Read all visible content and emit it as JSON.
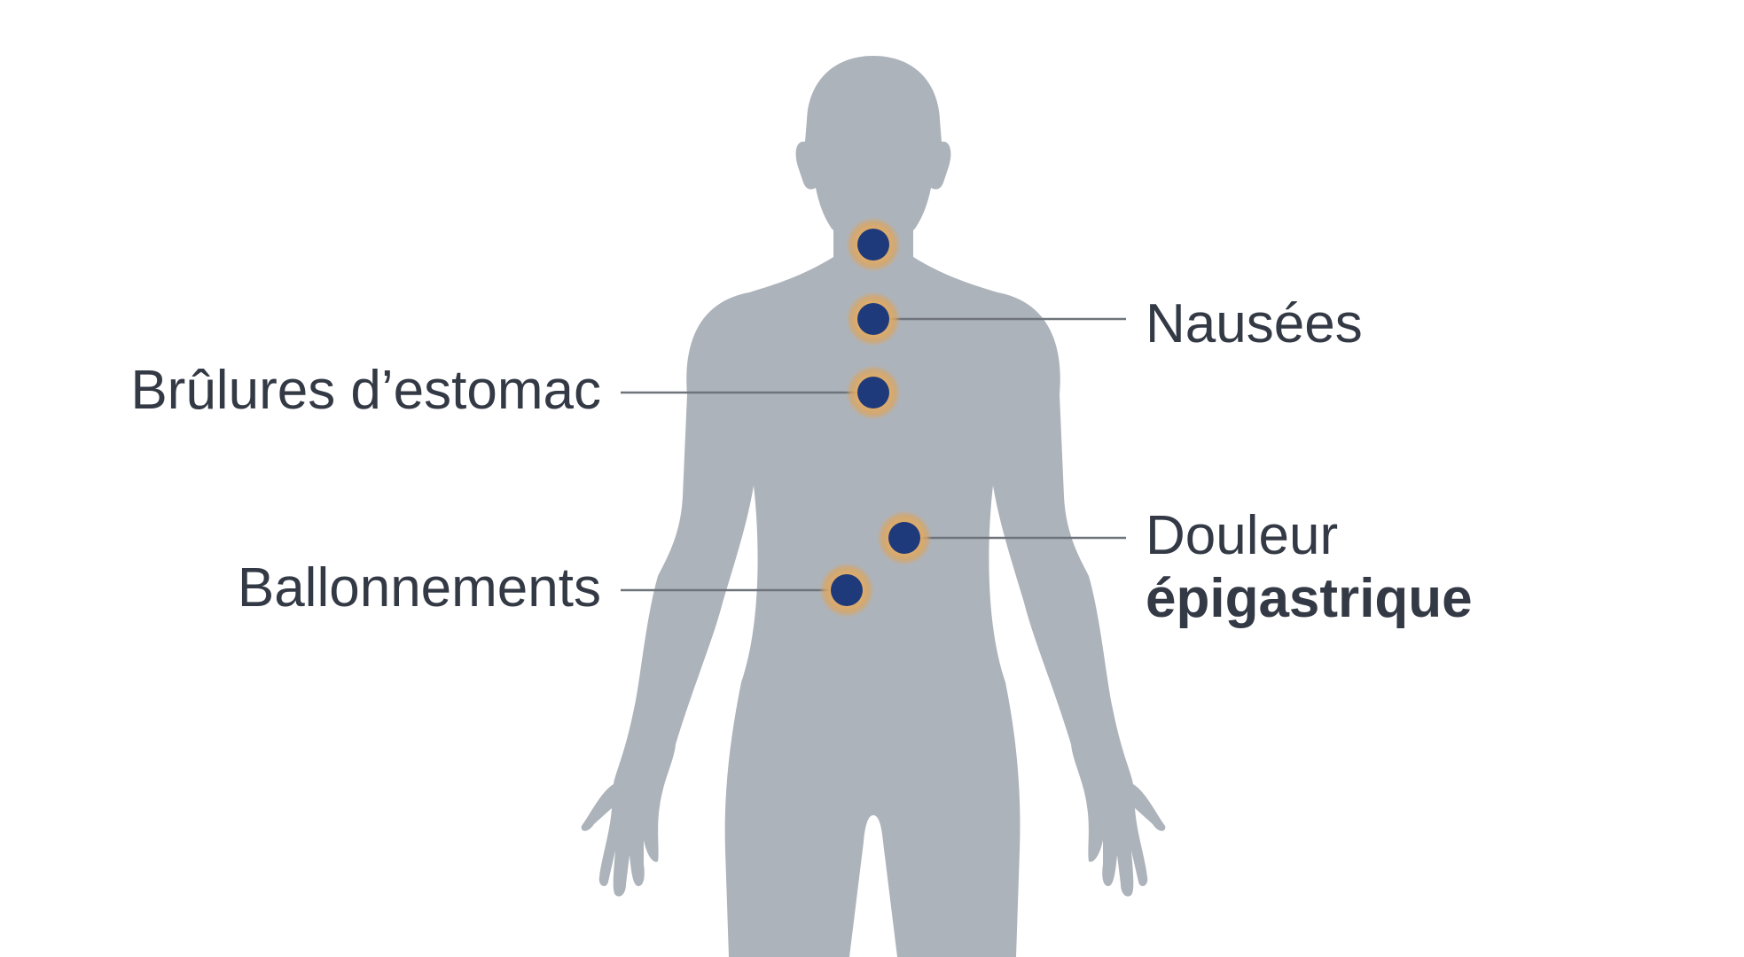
{
  "diagram": {
    "colors": {
      "background": "#ffffff",
      "silhouette": "#adb3bb",
      "marker_fill": "#1f3a7a",
      "marker_halo": "#d9a562",
      "leader_line": "#6f747c",
      "label_text": "#343a45"
    },
    "markers": [
      {
        "id": "throat",
        "label": ""
      },
      {
        "id": "nausees",
        "label": "nausees-marker"
      },
      {
        "id": "brulures",
        "label": "brulures-marker"
      },
      {
        "id": "douleur",
        "label": "douleur-marker"
      },
      {
        "id": "ballonnements",
        "label": "ballonnements-marker"
      }
    ],
    "labels": {
      "nausees": "Nausées",
      "brulures": "Brûlures d’estomac",
      "douleur_line1": "Douleur",
      "douleur_line2": "épigastrique",
      "ballonnements": "Ballonnements"
    }
  }
}
